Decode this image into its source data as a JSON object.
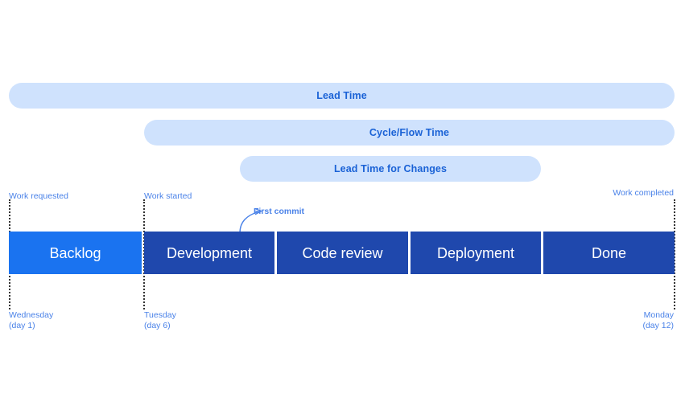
{
  "diagram": {
    "title": "Lead Time / Cycle Time workflow timeline",
    "colors": {
      "pill_background": "#cfe2fd",
      "pill_text": "#1a62d6",
      "stage_active": "#1a73f0",
      "stage_default": "#1f48ad",
      "stage_text": "#ffffff",
      "caption_text": "#4a82e8",
      "marker_line": "#333333",
      "canvas_background": "#ffffff"
    },
    "metric_bars": [
      {
        "id": "lead-time",
        "label": "Lead Time"
      },
      {
        "id": "cycle-flow-time",
        "label": "Cycle/Flow Time"
      },
      {
        "id": "lead-time-changes",
        "label": "Lead Time for Changes"
      }
    ],
    "markers": [
      {
        "id": "work-requested",
        "top_caption": "Work requested",
        "day_name": "Wednesday",
        "day_number": "(day 1)"
      },
      {
        "id": "work-started",
        "top_caption": "Work started",
        "day_name": "Tuesday",
        "day_number": "(day 6)"
      },
      {
        "id": "work-completed",
        "top_caption": "Work completed",
        "day_name": "Monday",
        "day_number": "(day 12)"
      }
    ],
    "stages": [
      {
        "id": "backlog",
        "label": "Backlog"
      },
      {
        "id": "development",
        "label": "Development"
      },
      {
        "id": "code-review",
        "label": "Code review"
      },
      {
        "id": "deployment",
        "label": "Deployment"
      },
      {
        "id": "done",
        "label": "Done"
      }
    ],
    "annotations": [
      {
        "id": "first-commit",
        "label": "First commit"
      }
    ]
  }
}
